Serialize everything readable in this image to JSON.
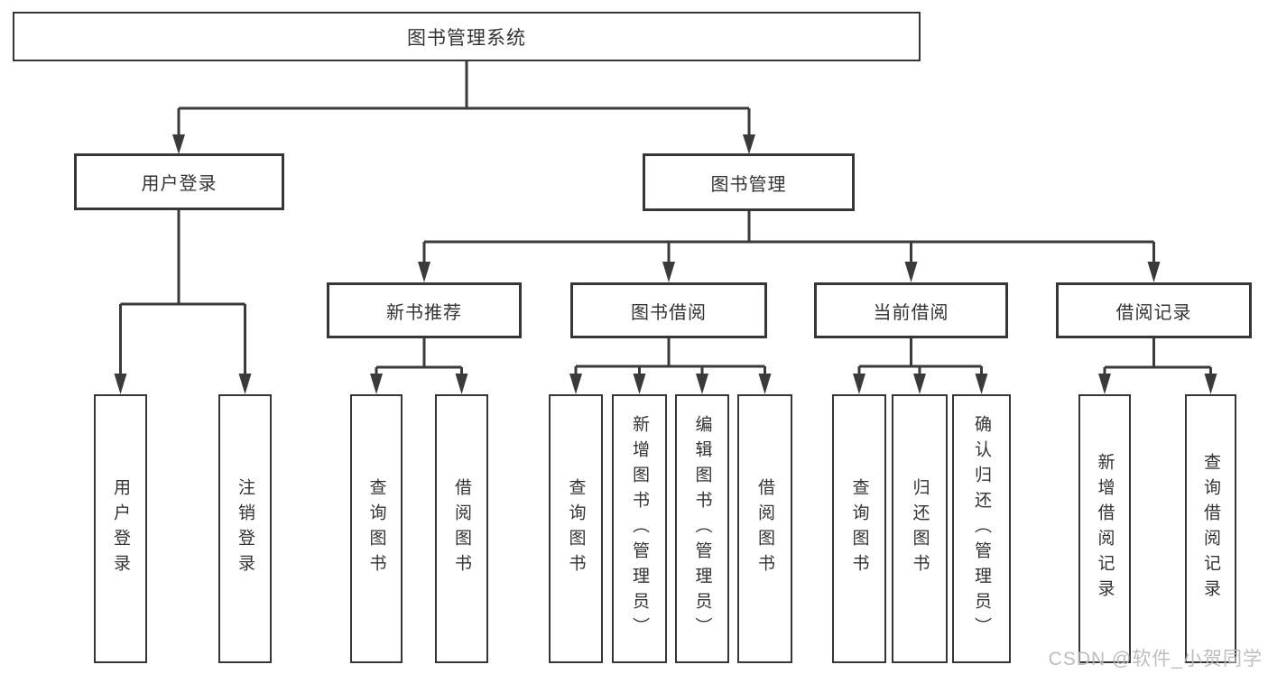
{
  "diagram_title": "图书管理系统",
  "tree": {
    "label": "图书管理系统",
    "children": [
      {
        "label": "用户登录",
        "children": [
          {
            "label": "用户登录"
          },
          {
            "label": "注销登录"
          }
        ]
      },
      {
        "label": "图书管理",
        "children": [
          {
            "label": "新书推荐",
            "children": [
              {
                "label": "查询图书"
              },
              {
                "label": "借阅图书"
              }
            ]
          },
          {
            "label": "图书借阅",
            "children": [
              {
                "label": "查询图书"
              },
              {
                "label": "新增图书（管理员）"
              },
              {
                "label": "编辑图书（管理员）"
              },
              {
                "label": "借阅图书"
              }
            ]
          },
          {
            "label": "当前借阅",
            "children": [
              {
                "label": "查询图书"
              },
              {
                "label": "归还图书"
              },
              {
                "label": "确认归还（管理员）"
              }
            ]
          },
          {
            "label": "借阅记录",
            "children": [
              {
                "label": "新增借阅记录"
              },
              {
                "label": "查询借阅记录"
              }
            ]
          }
        ]
      }
    ]
  },
  "watermark": {
    "text": "CSDN @软件_小贺同学"
  },
  "colors": {
    "line": "#3a3a3a",
    "box_border": "#363636",
    "text": "#333333",
    "watermark": "#b9b9b9",
    "background": "#ffffff"
  }
}
